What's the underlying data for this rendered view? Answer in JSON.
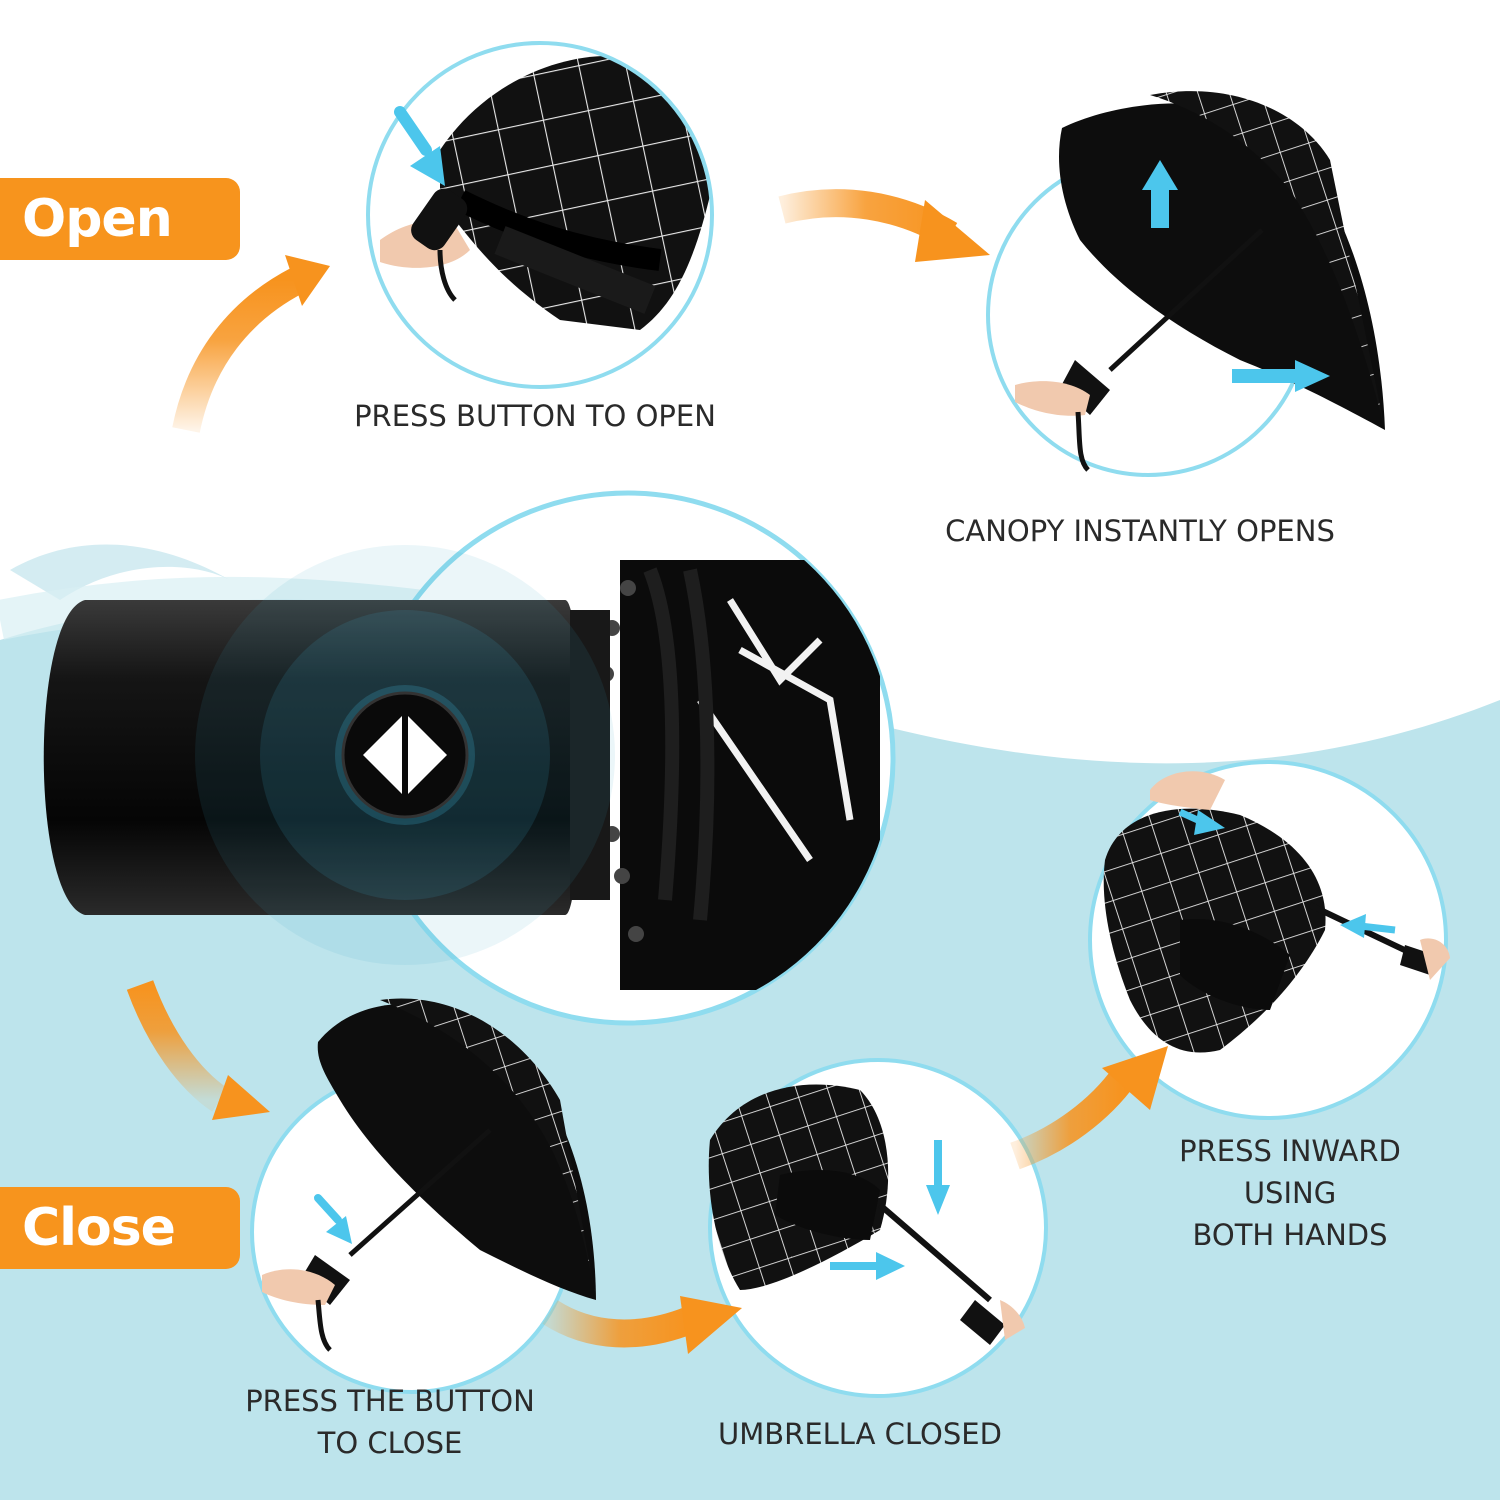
{
  "labels": {
    "open": "Open",
    "close": "Close"
  },
  "captions": {
    "press_open": "PRESS BUTTON  TO OPEN",
    "canopy_opens": "CANOPY INSTANTLY OPENS",
    "press_close_line1": "PRESS THE BUTTON",
    "press_close_line2": "TO CLOSE",
    "umbrella_closed": "UMBRELLA CLOSED",
    "press_inward_line1": "PRESS INWARD",
    "press_inward_line2": "USING",
    "press_inward_line3": "BOTH HANDS"
  },
  "icons": {
    "steps": [
      "folded-umbrella-icon",
      "open-umbrella-icon",
      "handle-button-icon",
      "open-umbrella-icon",
      "closed-umbrella-icon",
      "press-inward-icon"
    ],
    "arrows": "curved-arrow-icon"
  },
  "colors": {
    "accent": "#F7931E",
    "badge": "#F7941D",
    "circle_ring": "#8FDCEF",
    "arrow_blue": "#4CC6EC",
    "wave": "#BDE4EC",
    "canopy": "#141414",
    "text": "#2a2a2a"
  }
}
